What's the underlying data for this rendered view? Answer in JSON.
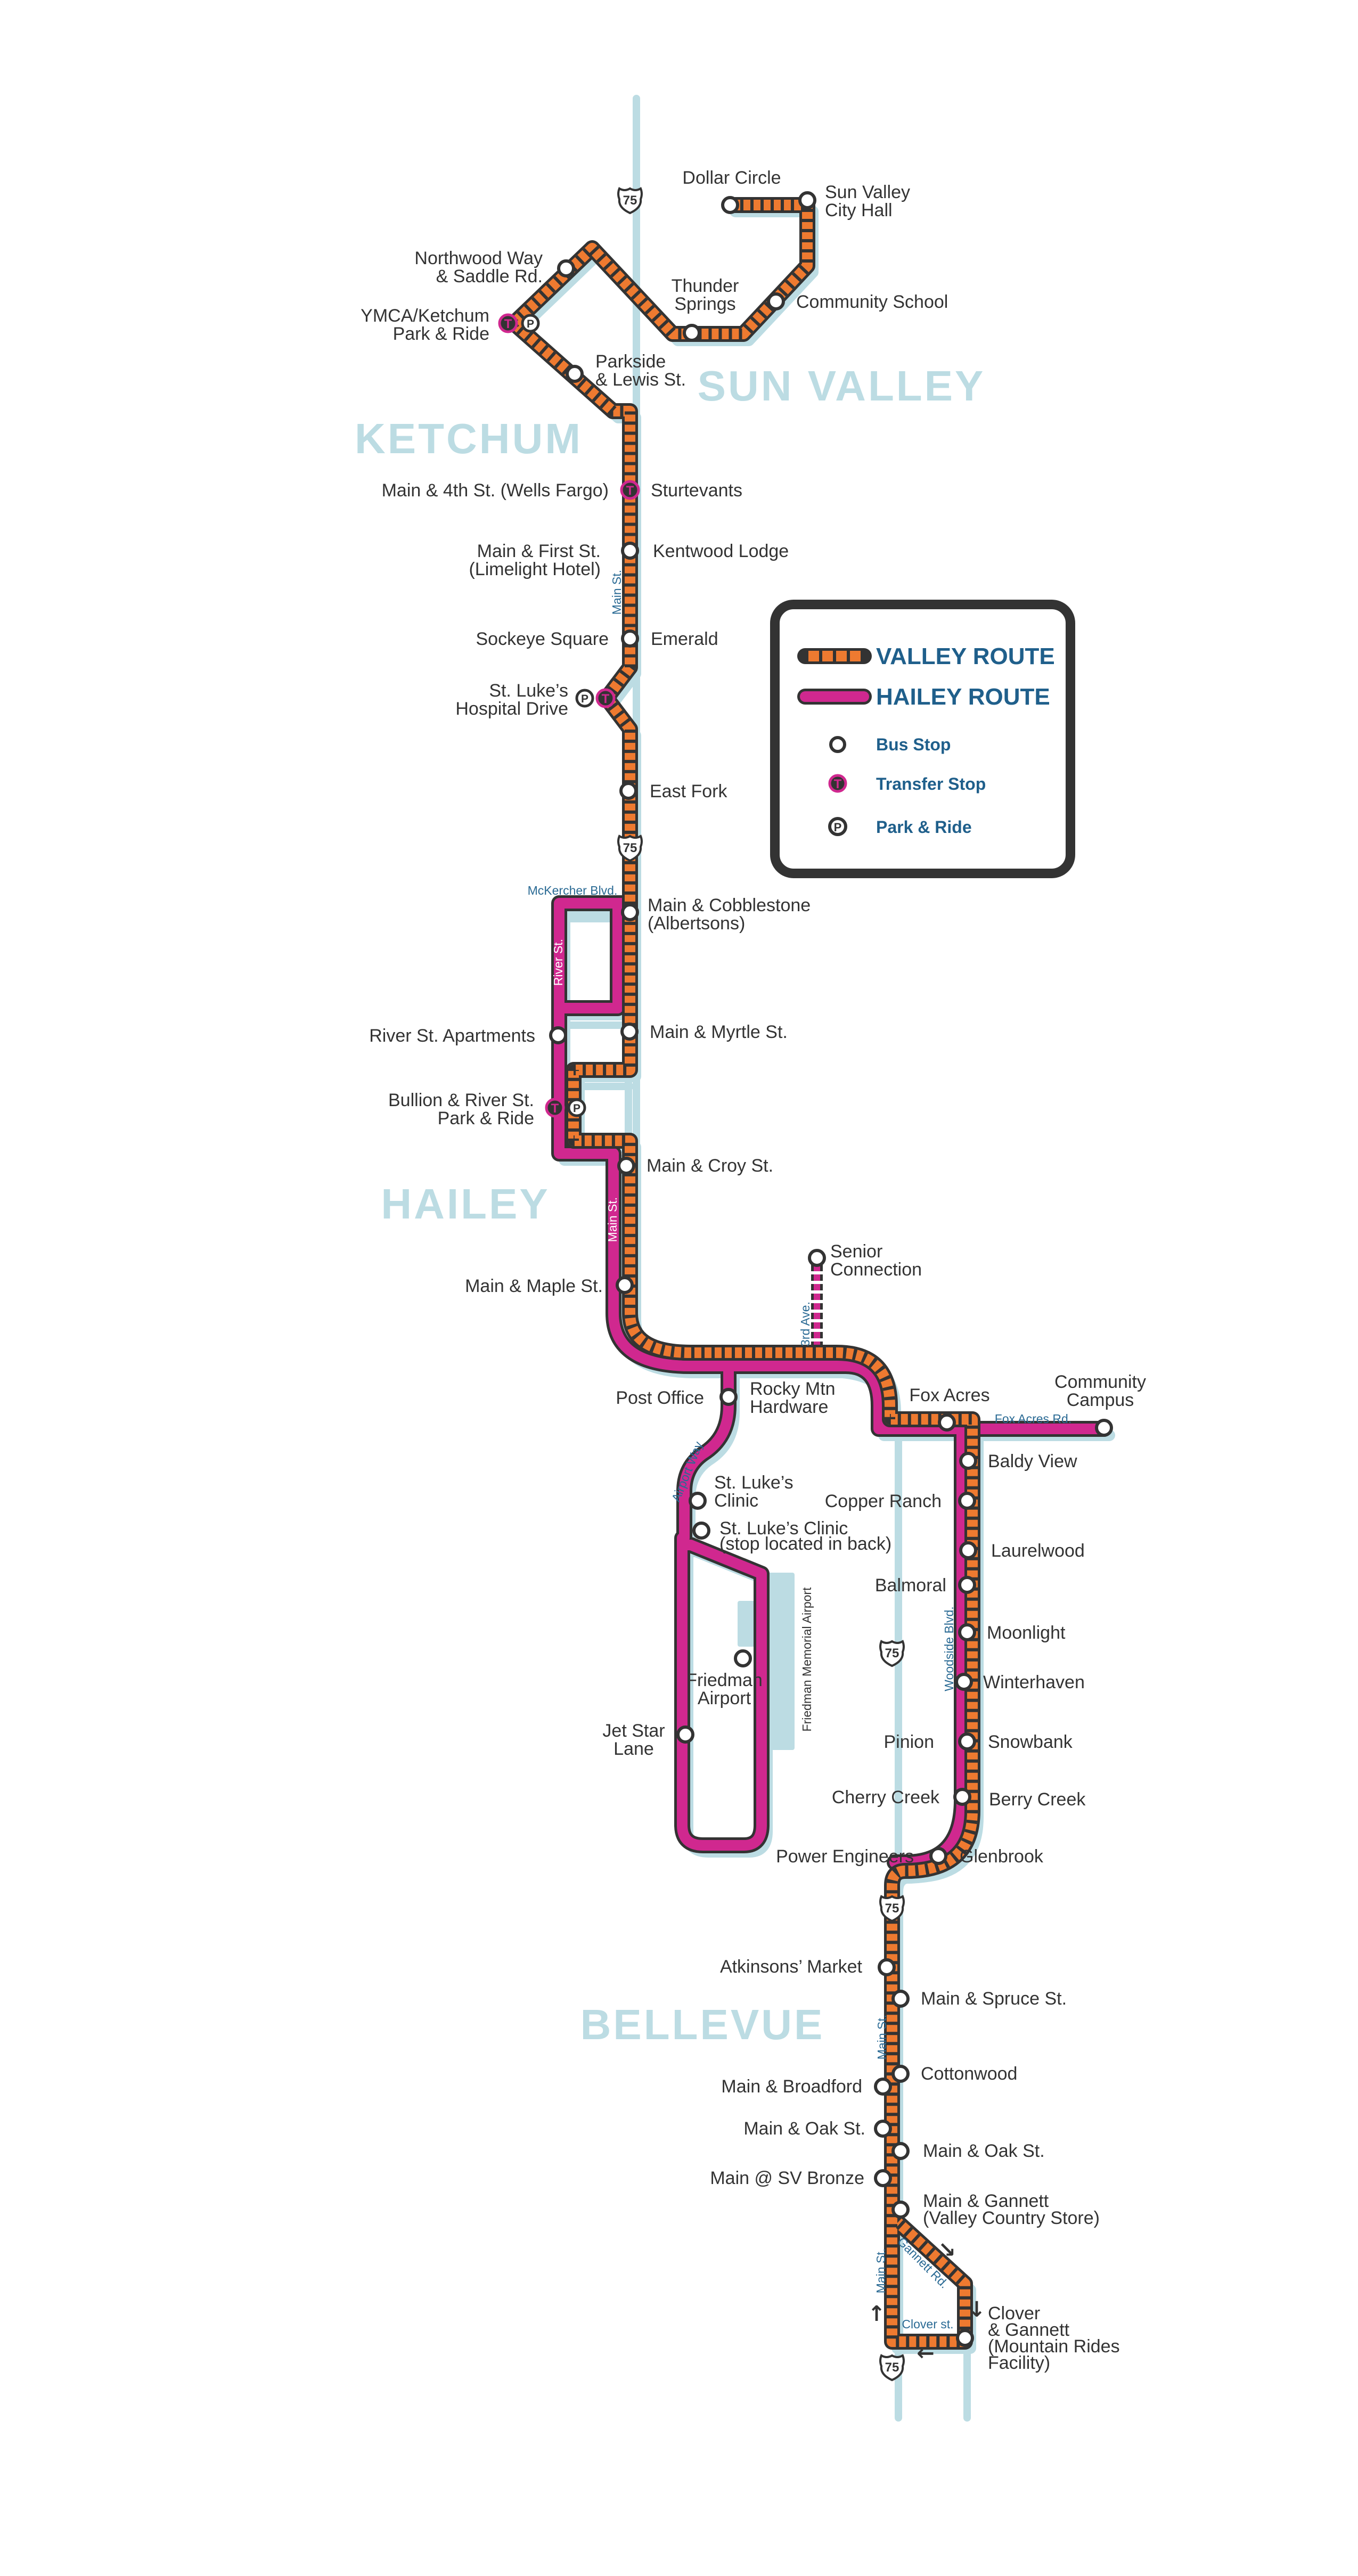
{
  "colors": {
    "valley_route": "#EE7A30",
    "hailey_route": "#D0288F",
    "outline": "#333333",
    "road": "#BCDCE3",
    "town_label": "#BCDCE3",
    "legend_text": "#1F5F8B",
    "street_label": "#2A6A94"
  },
  "towns": {
    "sun_valley": "SUN VALLEY",
    "ketchum": "KETCHUM",
    "hailey": "HAILEY",
    "bellevue": "BELLEVUE"
  },
  "highway": {
    "number": "75",
    "icon": "us-highway-shield-icon"
  },
  "legend": {
    "valley_route": "VALLEY ROUTE",
    "hailey_route": "HAILEY ROUTE",
    "bus_stop": "Bus Stop",
    "transfer_stop": "Transfer Stop",
    "park_ride": "Park & Ride",
    "transfer_glyph": "T",
    "park_glyph": "P"
  },
  "streets": {
    "mckercher": "McKercher Blvd.",
    "river": "River St.",
    "main_ketchum": "Main St.",
    "main_hailey": "Main St.",
    "third_ave": "3rd Ave.",
    "airport_way": "Airport Way",
    "fox_acres_rd": "Fox Acres Rd.",
    "woodside": "Woodside Blvd.",
    "airport_name": "Friedman Memorial Airport",
    "main_bellevue": "Main St.",
    "gannett": "Gannett Rd.",
    "main_bellevue_south": "Main St.",
    "clover": "Clover st."
  },
  "direction_arrows": [
    "arrow-up-icon",
    "arrow-down-right-icon",
    "arrow-down-icon",
    "arrow-left-icon"
  ],
  "stops": [
    {
      "lines": [
        "Dollar Circle"
      ],
      "marker": "bus",
      "park_ride": false
    },
    {
      "lines": [
        "Sun Valley",
        "City Hall"
      ],
      "marker": "bus",
      "park_ride": false
    },
    {
      "lines": [
        "Community School"
      ],
      "marker": "bus",
      "park_ride": false
    },
    {
      "lines": [
        "Thunder",
        "Springs"
      ],
      "marker": "bus",
      "park_ride": false
    },
    {
      "lines": [
        "Northwood Way",
        "& Saddle Rd."
      ],
      "marker": "bus",
      "park_ride": false
    },
    {
      "lines": [
        "YMCA/Ketchum",
        "Park & Ride"
      ],
      "marker": "transfer",
      "park_ride": true
    },
    {
      "lines": [
        "Parkside",
        "& Lewis St."
      ],
      "marker": "bus",
      "park_ride": false
    },
    {
      "lines": [
        "Main & 4th St. (Wells Fargo)"
      ],
      "marker": "transfer",
      "park_ride": false
    },
    {
      "lines": [
        "Sturtevants"
      ],
      "marker": "shared",
      "park_ride": false
    },
    {
      "lines": [
        "Main & First St.",
        "(Limelight Hotel)"
      ],
      "marker": "bus",
      "park_ride": false
    },
    {
      "lines": [
        "Kentwood Lodge"
      ],
      "marker": "shared",
      "park_ride": false
    },
    {
      "lines": [
        "Sockeye Square"
      ],
      "marker": "bus",
      "park_ride": false
    },
    {
      "lines": [
        "Emerald"
      ],
      "marker": "shared",
      "park_ride": false
    },
    {
      "lines": [
        "St. Luke’s",
        "Hospital Drive"
      ],
      "marker": "transfer",
      "park_ride": true
    },
    {
      "lines": [
        "East Fork"
      ],
      "marker": "bus",
      "park_ride": false
    },
    {
      "lines": [
        "Main & Cobblestone",
        "(Albertsons)"
      ],
      "marker": "bus",
      "park_ride": false
    },
    {
      "lines": [
        "Main & Myrtle St."
      ],
      "marker": "bus",
      "park_ride": false
    },
    {
      "lines": [
        "River St. Apartments"
      ],
      "marker": "bus",
      "park_ride": false
    },
    {
      "lines": [
        "Bullion & River St.",
        "Park & Ride"
      ],
      "marker": "transfer",
      "park_ride": true
    },
    {
      "lines": [
        "Main & Croy St."
      ],
      "marker": "bus",
      "park_ride": false
    },
    {
      "lines": [
        "Main & Maple St."
      ],
      "marker": "bus",
      "park_ride": false
    },
    {
      "lines": [
        "Senior",
        "Connection"
      ],
      "marker": "bus",
      "park_ride": false
    },
    {
      "lines": [
        "Post Office"
      ],
      "marker": "bus",
      "park_ride": false
    },
    {
      "lines": [
        "Rocky Mtn",
        "Hardware"
      ],
      "marker": "shared",
      "park_ride": false
    },
    {
      "lines": [
        "Fox Acres"
      ],
      "marker": "bus",
      "park_ride": false
    },
    {
      "lines": [
        "Community",
        "Campus"
      ],
      "marker": "bus",
      "park_ride": false
    },
    {
      "lines": [
        "Baldy View"
      ],
      "marker": "bus",
      "park_ride": false
    },
    {
      "lines": [
        "St. Luke’s",
        "Clinic"
      ],
      "marker": "bus",
      "park_ride": false
    },
    {
      "lines": [
        "St. Luke’s Clinic",
        "(stop located in back)"
      ],
      "marker": "bus",
      "park_ride": false
    },
    {
      "lines": [
        "Copper Ranch"
      ],
      "marker": "bus",
      "park_ride": false
    },
    {
      "lines": [
        "Laurelwood"
      ],
      "marker": "bus",
      "park_ride": false
    },
    {
      "lines": [
        "Balmoral"
      ],
      "marker": "bus",
      "park_ride": false
    },
    {
      "lines": [
        "Friedman",
        "Airport"
      ],
      "marker": "bus",
      "park_ride": false
    },
    {
      "lines": [
        "Moonlight"
      ],
      "marker": "bus",
      "park_ride": false
    },
    {
      "lines": [
        "Winterhaven"
      ],
      "marker": "bus",
      "park_ride": false
    },
    {
      "lines": [
        "Jet Star",
        "Lane"
      ],
      "marker": "bus",
      "park_ride": false
    },
    {
      "lines": [
        "Pinion"
      ],
      "marker": "bus",
      "park_ride": false
    },
    {
      "lines": [
        "Snowbank"
      ],
      "marker": "shared",
      "park_ride": false
    },
    {
      "lines": [
        "Cherry Creek"
      ],
      "marker": "bus",
      "park_ride": false
    },
    {
      "lines": [
        "Berry Creek"
      ],
      "marker": "shared",
      "park_ride": false
    },
    {
      "lines": [
        "Power Engineers"
      ],
      "marker": "bus",
      "park_ride": false
    },
    {
      "lines": [
        "Glenbrook"
      ],
      "marker": "shared",
      "park_ride": false
    },
    {
      "lines": [
        "Atkinsons’ Market"
      ],
      "marker": "bus",
      "park_ride": false
    },
    {
      "lines": [
        "Main & Spruce St."
      ],
      "marker": "bus",
      "park_ride": false
    },
    {
      "lines": [
        "Cottonwood"
      ],
      "marker": "bus",
      "park_ride": false
    },
    {
      "lines": [
        "Main & Broadford"
      ],
      "marker": "bus",
      "park_ride": false
    },
    {
      "lines": [
        "Main & Oak St."
      ],
      "marker": "bus",
      "park_ride": false
    },
    {
      "lines": [
        "Main & Oak St."
      ],
      "marker": "bus",
      "park_ride": false
    },
    {
      "lines": [
        "Main @ SV Bronze"
      ],
      "marker": "bus",
      "park_ride": false
    },
    {
      "lines": [
        "Main & Gannett",
        "(Valley Country Store)"
      ],
      "marker": "bus",
      "park_ride": false
    },
    {
      "lines": [
        "Clover",
        "& Gannett",
        "(Mountain Rides",
        "Facility)"
      ],
      "marker": "bus",
      "park_ride": false
    }
  ]
}
